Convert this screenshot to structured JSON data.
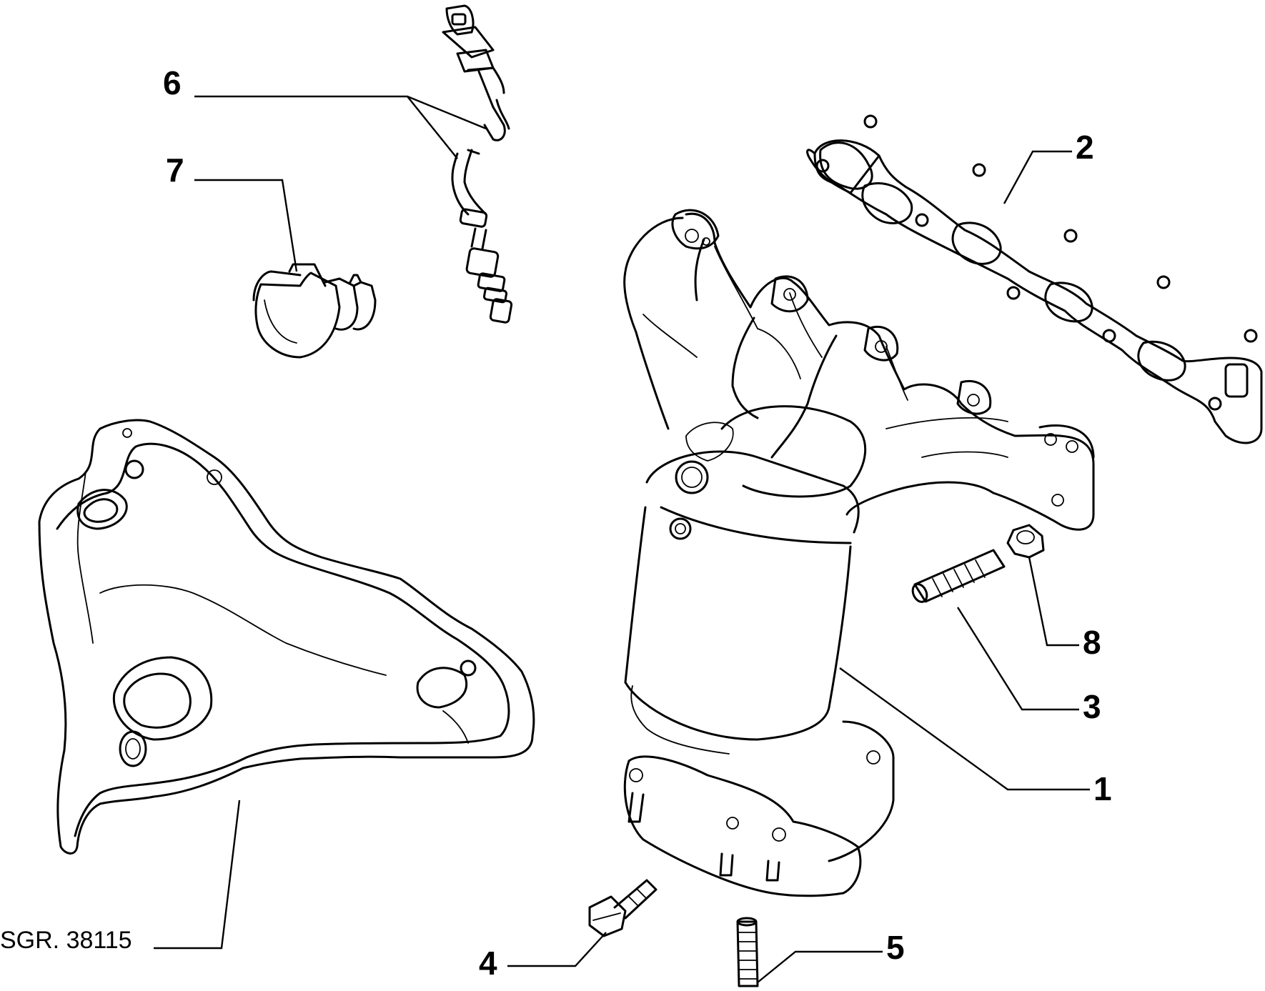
{
  "callouts": {
    "c1": "1",
    "c2": "2",
    "c3": "3",
    "c4": "4",
    "c5": "5",
    "c6": "6",
    "c7": "7",
    "c8": "8"
  },
  "reference_code": "SGR. 38115",
  "colors": {
    "line": "#000000",
    "background": "#ffffff"
  }
}
